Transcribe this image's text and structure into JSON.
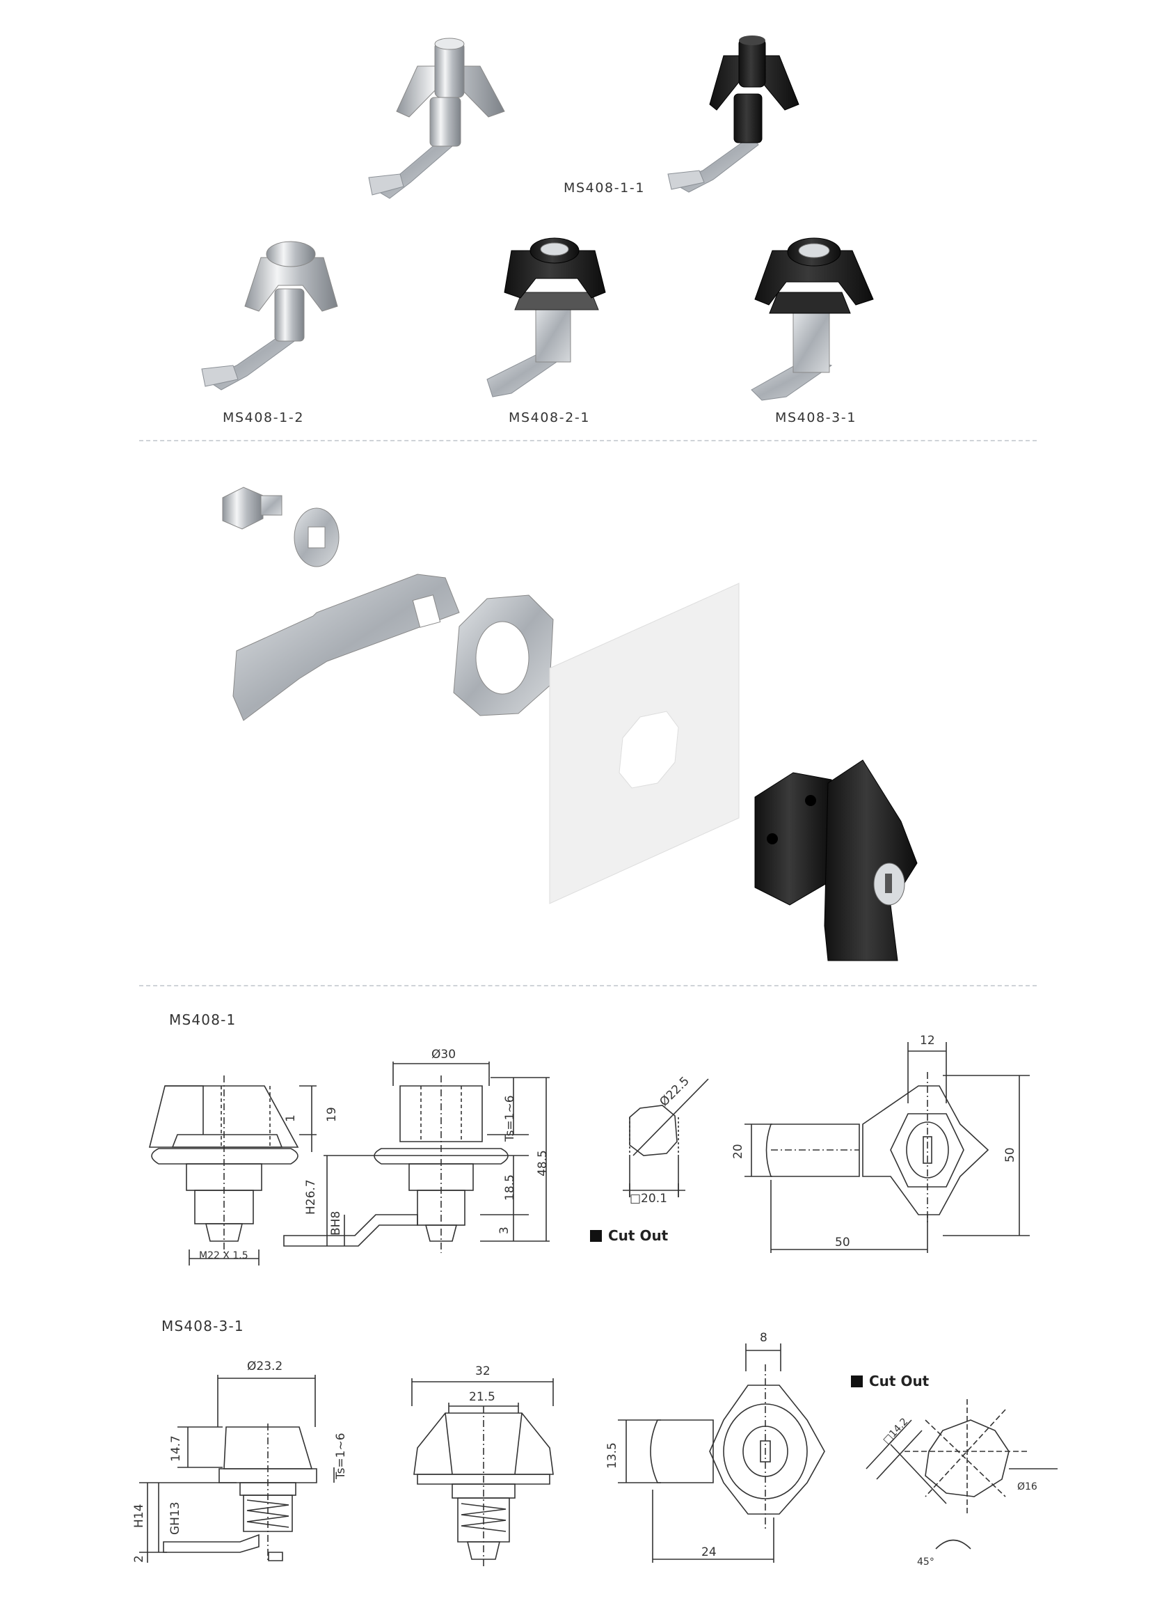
{
  "products": {
    "p1": "MS408-1-1",
    "p2": "MS408-1-2",
    "p3": "MS408-2-1",
    "p4": "MS408-3-1"
  },
  "drawing1": {
    "title": "MS408-1",
    "thread": "M22 X 1.5",
    "d19": "19",
    "d1": "1",
    "dia30": "Ø30",
    "ts": "Ts=1~6",
    "h485": "48.5",
    "h185": "18.5",
    "h3": "3",
    "h267": "H26.7",
    "bh8": "BH8",
    "dia225": "Ø22.5",
    "sq201": "□20.1",
    "cutout": "Cut Out",
    "w12": "12",
    "w20": "20",
    "w50h": "50",
    "w50v": "50"
  },
  "drawing2": {
    "title": "MS408-3-1",
    "dia232": "Ø23.2",
    "h147": "14.7",
    "ts": "Ts=1~6",
    "h14": "H14",
    "gh13": "GH13",
    "h2": "2",
    "w32": "32",
    "w215": "21.5",
    "w8": "8",
    "h135": "13.5",
    "w24": "24",
    "cutout": "Cut Out",
    "sq142": "□14.2",
    "dia16": "Ø16",
    "ang45": "45°"
  },
  "colors": {
    "metal": "#c9ccd0",
    "black": "#1c1c1c",
    "line": "#333333",
    "divider": "#cfd3d8"
  }
}
